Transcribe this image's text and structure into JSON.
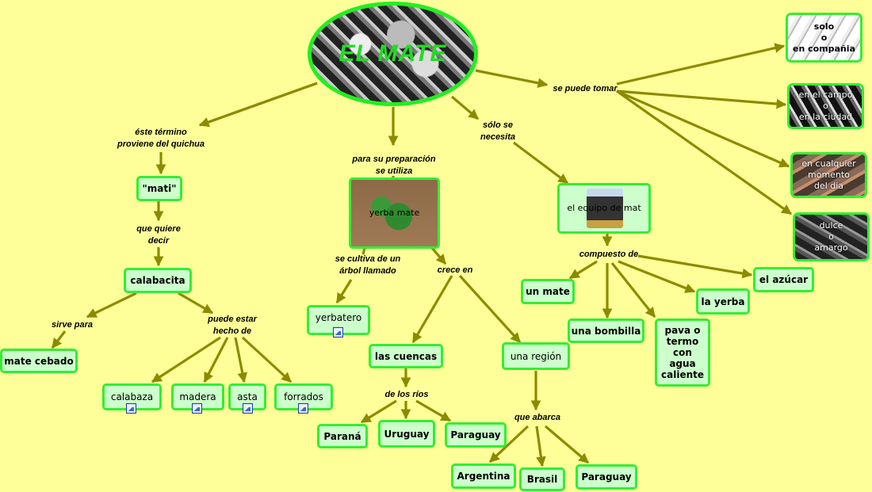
{
  "root": {
    "title": "EL MATE"
  },
  "nodes": {
    "solo": "solo\no\nen compañia",
    "campo": "en el campo\no\nen la ciudad",
    "momento": "en cualquier\nmomento\ndel dia",
    "dulce": "dulce\no\namargo",
    "mati": "\"mati\"",
    "calabacita": "calabacita",
    "mate_cebado": "mate cebado",
    "calabaza": "calabaza",
    "madera": "madera",
    "asta": "asta",
    "forrados": "forrados",
    "yerba_mate": "yerba mate",
    "yerbatero": "yerbatero",
    "cuencas": "las cuencas",
    "region": "una región",
    "parana": "Paraná",
    "uruguay": "Uruguay",
    "paraguay1": "Paraguay",
    "argentina": "Argentina",
    "brasil": "Brasil",
    "paraguay2": "Paraguay",
    "equipo": "el equipo de mat",
    "un_mate": "un mate",
    "bombilla": "una bombilla",
    "pava": "pava o\ntermo\ncon\nagua\ncaliente",
    "la_yerba": "la yerba",
    "azucar": "el azúcar"
  },
  "links": {
    "quichua": "éste término\nproviene del quichua",
    "preparacion": "para su preparación\nse utiliza",
    "solo_necesita": "sólo se\nnecesita",
    "se_puede_tomar": "se puede tomar",
    "que_quiere": "que quiere\ndecir",
    "sirve_para": "sirve para",
    "hecho_de": "puede estar\nhecho de",
    "cultiva": "se cultiva de un\nárbol llamado",
    "crece_en": "crece en",
    "de_los_rios": "de los ríos",
    "que_abarca": "que abarca",
    "compuesto": "compuesto de"
  },
  "colors": {
    "background": "#ffff99",
    "node_fill": "#ccffcc",
    "node_border": "#33ee33",
    "edge": "#8b8b00",
    "root_text": "#22dd22"
  }
}
